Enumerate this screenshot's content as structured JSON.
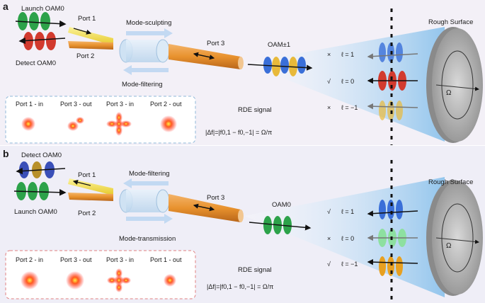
{
  "panel_a": {
    "letter": "a",
    "launch_label": "Launch OAM0",
    "detect_label": "Detect OAM0",
    "port1": "Port 1",
    "port2": "Port 2",
    "port3": "Port 3",
    "sculpt_label": "Mode-sculpting",
    "filter_label": "Mode-filtering",
    "oam_label": "OAM±1",
    "rough_surface": "Rough Surface",
    "omega": "Ω",
    "rde_signal": "RDE signal",
    "formula": "|Δf|=|f0,1 − f0,−1| = Ω/π",
    "ell_rows": [
      {
        "mark": "×",
        "label": "ℓ = 1"
      },
      {
        "mark": "√",
        "label": "ℓ = 0"
      },
      {
        "mark": "×",
        "label": "ℓ = −1"
      }
    ],
    "inset_labels": [
      "Port 1 - in",
      "Port 3 - out",
      "Port 3 - in",
      "Port 2 - out"
    ]
  },
  "panel_b": {
    "letter": "b",
    "detect_label": "Detect OAM0",
    "launch_label": "Launch OAM0",
    "port1": "Port 1",
    "port2": "Port 2",
    "port3": "Port 3",
    "filter_label": "Mode-filtering",
    "transmit_label": "Mode-transmission",
    "oam_label": "OAM0",
    "rough_surface": "Rough Surface",
    "omega": "Ω",
    "rde_signal": "RDE signal",
    "formula": "|Δf|=|f0,1 − f0,−1| = Ω/π",
    "ell_rows": [
      {
        "mark": "√",
        "label": "ℓ = 1"
      },
      {
        "mark": "×",
        "label": "ℓ = 0"
      },
      {
        "mark": "√",
        "label": "ℓ = −1"
      }
    ],
    "inset_labels": [
      "Port 2 - in",
      "Port 3 - out",
      "Port 3 - in",
      "Port 1 - out"
    ]
  },
  "colors": {
    "fiber_orange": "#e8922e",
    "fiber_yellow": "#f2e24a",
    "blue": "#3a6fd8",
    "green": "#2da24a",
    "red": "#d23a2e",
    "gold": "#e8b93a",
    "inset_border_a": "#8fb8d8",
    "inset_border_b": "#e08080"
  }
}
